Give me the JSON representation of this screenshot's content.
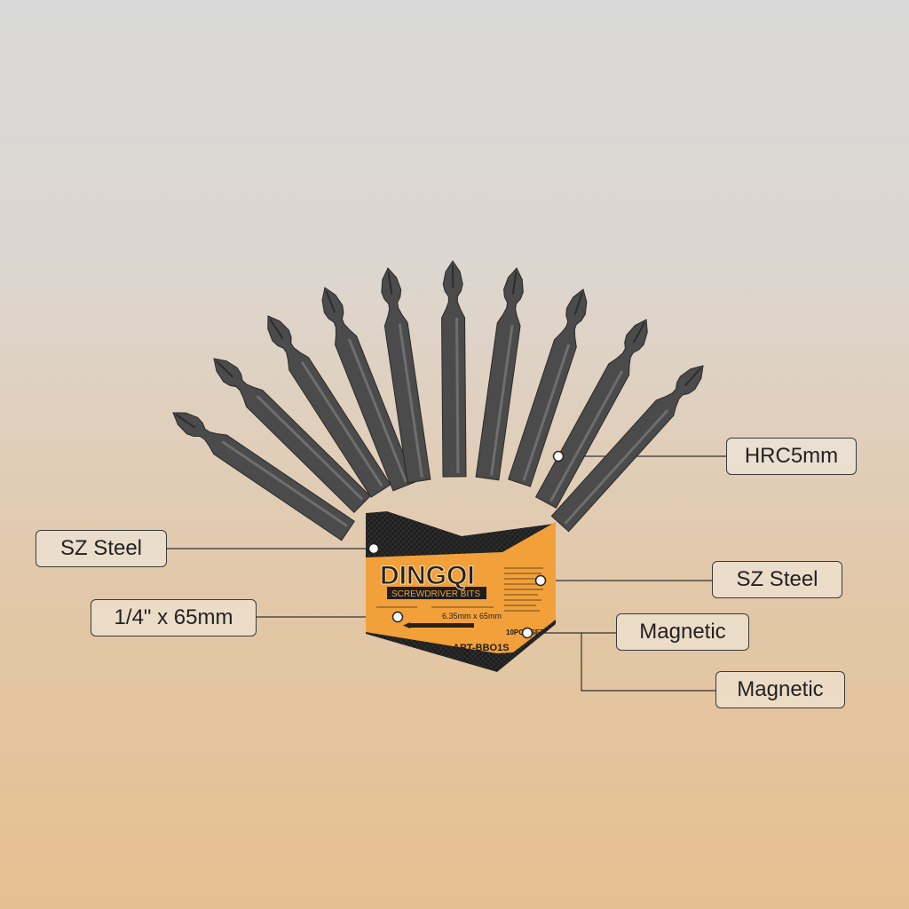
{
  "colors": {
    "bit_steel": "#4b4b4b",
    "bit_highlight": "#6e6e6e",
    "package_orange": "#f2a03a",
    "package_black": "#1e1e1e",
    "callout_border": "#3a3a3a"
  },
  "product": {
    "brand": "DINGQI",
    "subtitle": "SCREWDRIVER BITS",
    "spec_line": "6.35mm x 65mm",
    "article": "ART-BBO1S",
    "pack_count": "10PCS/SET",
    "bit_count": 10
  },
  "callouts": {
    "hardness": "HRC5mm",
    "steel_left": "SZ Steel",
    "steel_right": "SZ Steel",
    "size": "1/4\" x 65mm",
    "magnetic_1": "Magnetic",
    "magnetic_2": "Magnetic"
  }
}
